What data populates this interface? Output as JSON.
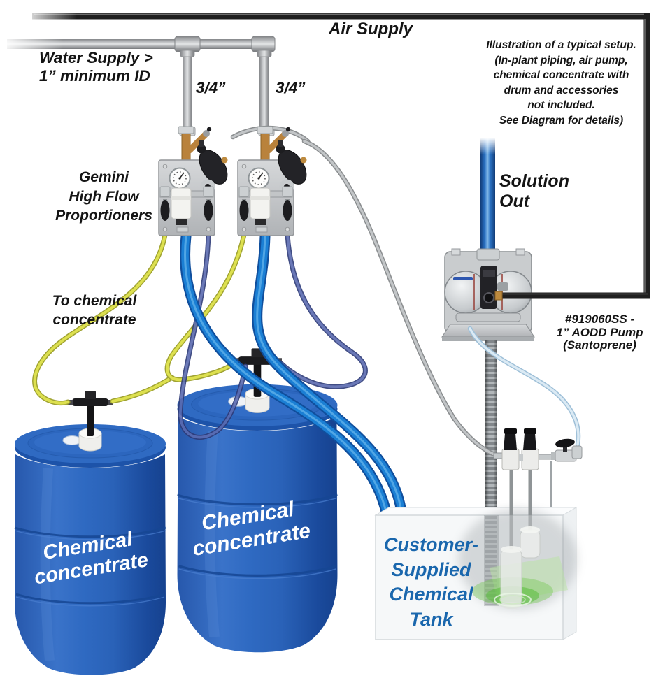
{
  "title": "Gemini High Flow Proportioner typical installation diagram",
  "labels": {
    "air_supply": "Air Supply",
    "water_supply": {
      "line1": "Water Supply >",
      "line2": "1” minimum ID"
    },
    "pipe_size_left": "3/4”",
    "pipe_size_right": "3/4”",
    "note": {
      "line1": "Illustration of a typical setup.",
      "line2": "(In-plant piping, air pump,",
      "line3": "chemical concentrate with",
      "line4": "drum and accessories",
      "line5": "not included.",
      "line6": "See Diagram for details)"
    },
    "proportioners": {
      "line1": "Gemini",
      "line2": "High Flow",
      "line3": "Proportioners"
    },
    "to_chemical": {
      "line1": "To chemical",
      "line2": "concentrate"
    },
    "solution_out": {
      "line1": "Solution",
      "line2": "Out"
    },
    "pump": {
      "line1": "#919060SS -",
      "line2": "1” AODD Pump",
      "line3": "(Santoprene)"
    },
    "drum_left": {
      "line1": "Chemical",
      "line2": "concentrate"
    },
    "drum_right": {
      "line1": "Chemical",
      "line2": "concentrate"
    },
    "tank": {
      "line1": "Customer-",
      "line2": "Supplied",
      "line3": "Chemical",
      "line4": "Tank"
    }
  },
  "colors": {
    "drum_blue": "#2a62b8",
    "hose_blue": "#1b7fd4",
    "tube_yellow": "#dde04f",
    "tube_navy": "#5a6ab0",
    "pipe_gray": "#a9abae",
    "air_line_black": "#1f1f1f",
    "tank_text_blue": "#1a67ad",
    "liquid_green": "#57bb3a"
  }
}
